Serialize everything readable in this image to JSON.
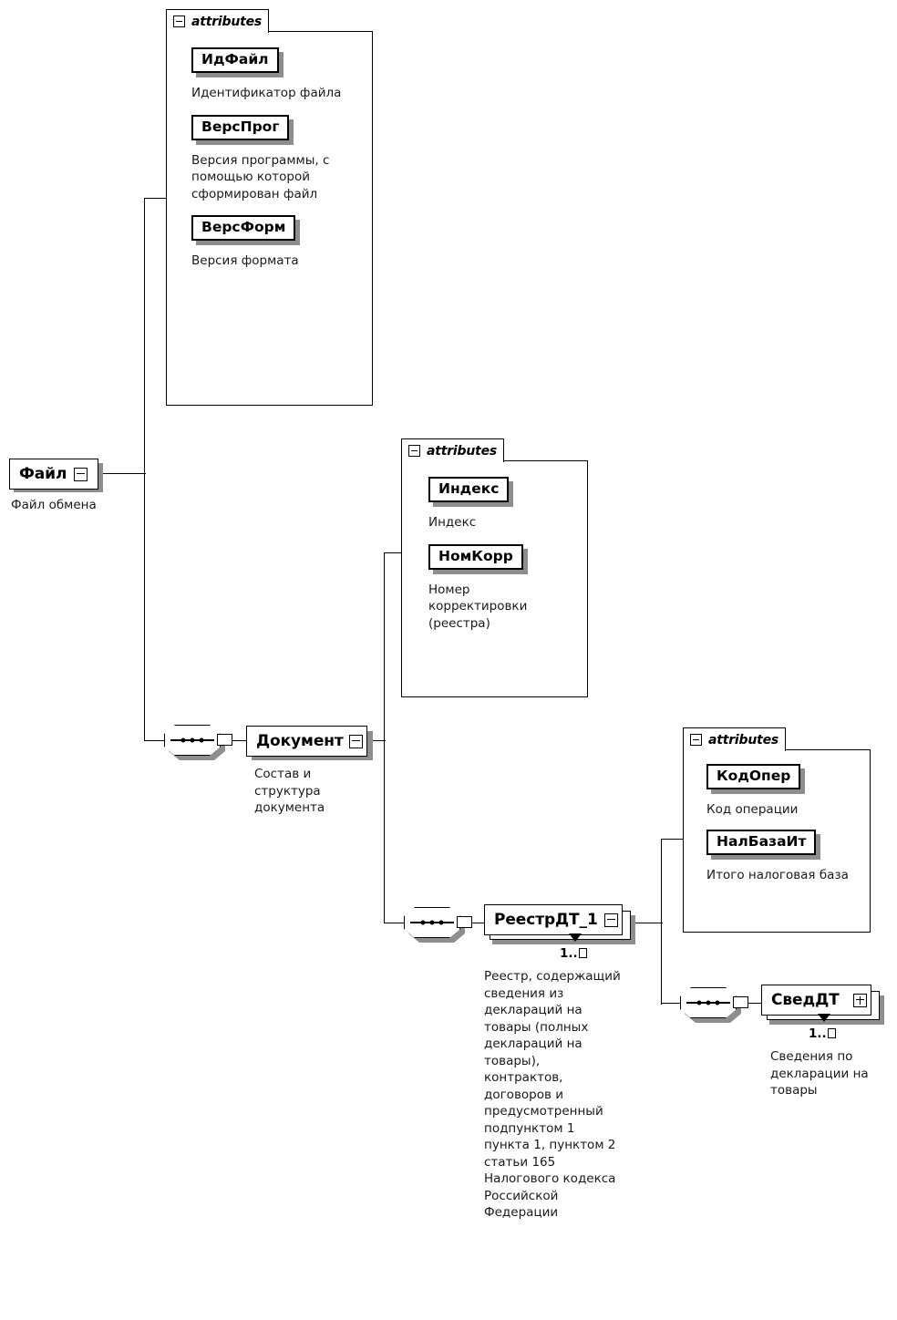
{
  "diagram": {
    "title": "XML Schema structure diagram",
    "root": {
      "name": "Файл",
      "description": "Файл обмена",
      "toggle": "minus-icon"
    },
    "groups": [
      {
        "id": "file-attributes",
        "header": "attributes",
        "header_icon": "minus-icon",
        "attributes": [
          {
            "name": "ИдФайл",
            "description": "Идентификатор файла"
          },
          {
            "name": "ВерсПрог",
            "description": "Версия программы, с помощью которой сформирован файл"
          },
          {
            "name": "ВерсФорм",
            "description": "Версия формата"
          }
        ]
      },
      {
        "id": "document-attributes",
        "header": "attributes",
        "header_icon": "minus-icon",
        "attributes": [
          {
            "name": "Индекс",
            "description": "Индекс"
          },
          {
            "name": "НомКорр",
            "description": "Номер корректировки (реестра)"
          }
        ]
      },
      {
        "id": "reestr-attributes",
        "header": "attributes",
        "header_icon": "minus-icon",
        "attributes": [
          {
            "name": "КодОпер",
            "description": "Код операции"
          },
          {
            "name": "НалБазаИт",
            "description": "Итого налоговая база"
          }
        ]
      }
    ],
    "elements": [
      {
        "id": "dokument",
        "name": "Документ",
        "description": "Состав и структура документа",
        "toggle": "minus-icon",
        "cardinality": null
      },
      {
        "id": "reestr-dt-1",
        "name": "РеестрДТ_1",
        "description": "Реестр, содержащий сведения из деклараций на товары (полных деклараций на товары), контрактов, договоров и предусмотренный подпунктом 1 пункта 1, пунктом 2 статьи 165 Налогового кодекса Российской Федерации",
        "toggle": "minus-icon",
        "cardinality": "1.."
      },
      {
        "id": "sved-dt",
        "name": "СведДТ",
        "description": "Сведения по декларации на товары",
        "toggle": "plus-icon",
        "cardinality": "1.."
      }
    ],
    "connectors": [
      {
        "id": "sequence-document",
        "type": "sequence-icon"
      },
      {
        "id": "sequence-reestr",
        "type": "sequence-icon"
      },
      {
        "id": "sequence-sveddt",
        "type": "sequence-icon"
      }
    ],
    "colors": {
      "line": "#000000",
      "shadow": "#8e8e8e",
      "background": "#ffffff",
      "text": "#1a1a1a"
    }
  }
}
